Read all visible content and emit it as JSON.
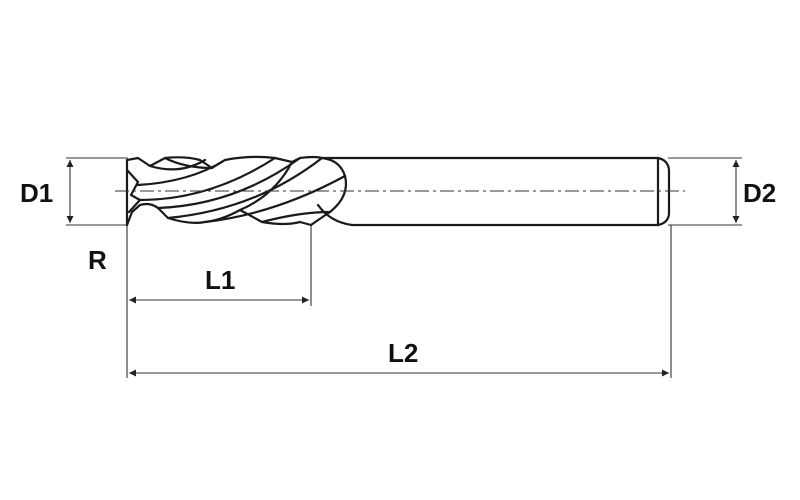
{
  "labels": {
    "d1": "D1",
    "d2": "D2",
    "r": "R",
    "l1": "L1",
    "l2": "L2"
  },
  "colors": {
    "line": "#1a1a1a",
    "background": "#ffffff"
  }
}
